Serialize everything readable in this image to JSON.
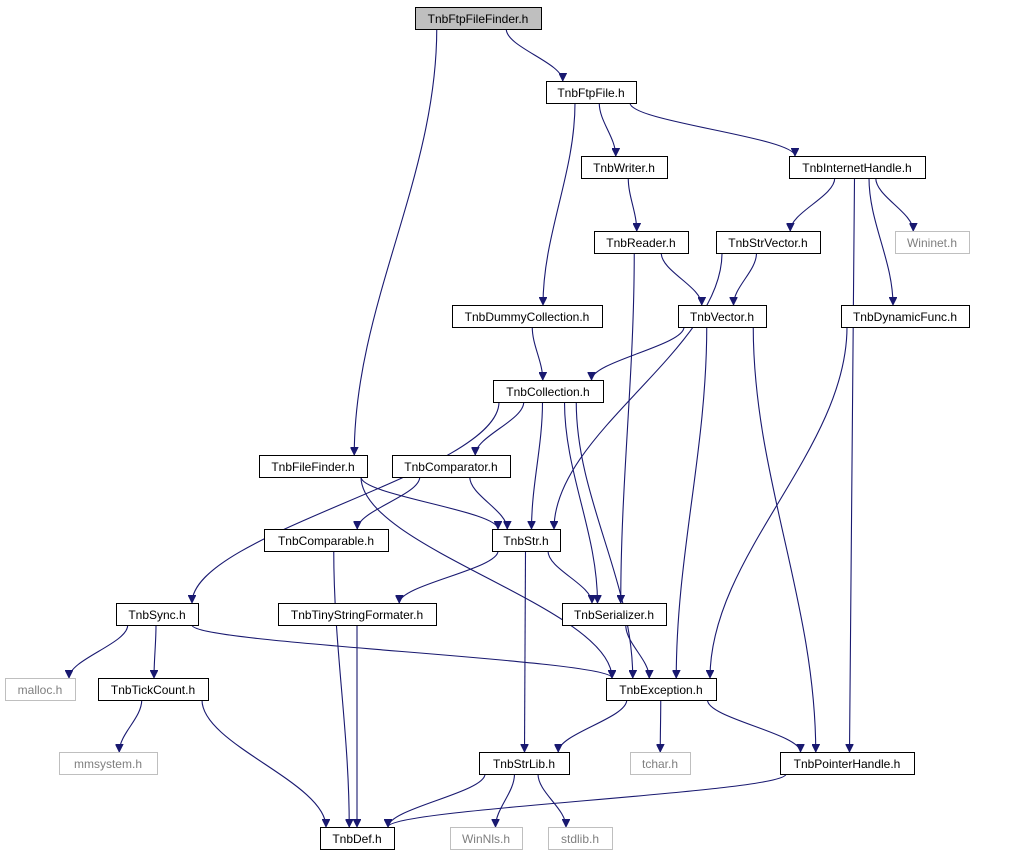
{
  "title": "TnbFtpFileFinder.h",
  "colors": {
    "edge": "#191970",
    "root_fill": "#bfbfbf",
    "internal_border": "#000000",
    "external_border": "#bfbfbf",
    "external_text": "#7f7f7f"
  },
  "nodes": [
    {
      "id": "root",
      "label": "TnbFtpFileFinder.h",
      "kind": "root"
    },
    {
      "id": "ftpfile",
      "label": "TnbFtpFile.h",
      "kind": "internal"
    },
    {
      "id": "writer",
      "label": "TnbWriter.h",
      "kind": "internal"
    },
    {
      "id": "inethandle",
      "label": "TnbInternetHandle.h",
      "kind": "internal"
    },
    {
      "id": "reader",
      "label": "TnbReader.h",
      "kind": "internal"
    },
    {
      "id": "strvector",
      "label": "TnbStrVector.h",
      "kind": "internal"
    },
    {
      "id": "wininet",
      "label": "Wininet.h",
      "kind": "external"
    },
    {
      "id": "dummycoll",
      "label": "TnbDummyCollection.h",
      "kind": "internal"
    },
    {
      "id": "vector",
      "label": "TnbVector.h",
      "kind": "internal"
    },
    {
      "id": "dynfunc",
      "label": "TnbDynamicFunc.h",
      "kind": "internal"
    },
    {
      "id": "collection",
      "label": "TnbCollection.h",
      "kind": "internal"
    },
    {
      "id": "filefinder",
      "label": "TnbFileFinder.h",
      "kind": "internal"
    },
    {
      "id": "comparator",
      "label": "TnbComparator.h",
      "kind": "internal"
    },
    {
      "id": "comparable",
      "label": "TnbComparable.h",
      "kind": "internal"
    },
    {
      "id": "str",
      "label": "TnbStr.h",
      "kind": "internal"
    },
    {
      "id": "sync",
      "label": "TnbSync.h",
      "kind": "internal"
    },
    {
      "id": "tinyfmt",
      "label": "TnbTinyStringFormater.h",
      "kind": "internal"
    },
    {
      "id": "serializer",
      "label": "TnbSerializer.h",
      "kind": "internal"
    },
    {
      "id": "malloc",
      "label": "malloc.h",
      "kind": "external"
    },
    {
      "id": "tickcount",
      "label": "TnbTickCount.h",
      "kind": "internal"
    },
    {
      "id": "exception",
      "label": "TnbException.h",
      "kind": "internal"
    },
    {
      "id": "mmsystem",
      "label": "mmsystem.h",
      "kind": "external"
    },
    {
      "id": "strlib",
      "label": "TnbStrLib.h",
      "kind": "internal"
    },
    {
      "id": "tchar",
      "label": "tchar.h",
      "kind": "external"
    },
    {
      "id": "ptrhandle",
      "label": "TnbPointerHandle.h",
      "kind": "internal"
    },
    {
      "id": "def",
      "label": "TnbDef.h",
      "kind": "internal"
    },
    {
      "id": "winnls",
      "label": "WinNls.h",
      "kind": "external"
    },
    {
      "id": "stdlib",
      "label": "stdlib.h",
      "kind": "external"
    }
  ],
  "edges": [
    {
      "from": "root",
      "to": "ftpfile"
    },
    {
      "from": "root",
      "to": "filefinder"
    },
    {
      "from": "ftpfile",
      "to": "writer"
    },
    {
      "from": "ftpfile",
      "to": "inethandle"
    },
    {
      "from": "ftpfile",
      "to": "dummycoll"
    },
    {
      "from": "writer",
      "to": "reader"
    },
    {
      "from": "inethandle",
      "to": "strvector"
    },
    {
      "from": "inethandle",
      "to": "wininet"
    },
    {
      "from": "inethandle",
      "to": "dynfunc"
    },
    {
      "from": "inethandle",
      "to": "ptrhandle"
    },
    {
      "from": "reader",
      "to": "vector"
    },
    {
      "from": "reader",
      "to": "serializer"
    },
    {
      "from": "strvector",
      "to": "vector"
    },
    {
      "from": "strvector",
      "to": "str"
    },
    {
      "from": "dummycoll",
      "to": "collection"
    },
    {
      "from": "vector",
      "to": "collection"
    },
    {
      "from": "vector",
      "to": "exception"
    },
    {
      "from": "vector",
      "to": "ptrhandle"
    },
    {
      "from": "dynfunc",
      "to": "exception"
    },
    {
      "from": "collection",
      "to": "comparator"
    },
    {
      "from": "collection",
      "to": "str"
    },
    {
      "from": "collection",
      "to": "serializer"
    },
    {
      "from": "collection",
      "to": "exception"
    },
    {
      "from": "collection",
      "to": "sync"
    },
    {
      "from": "filefinder",
      "to": "str"
    },
    {
      "from": "filefinder",
      "to": "exception"
    },
    {
      "from": "comparator",
      "to": "comparable"
    },
    {
      "from": "comparator",
      "to": "str"
    },
    {
      "from": "comparable",
      "to": "def"
    },
    {
      "from": "str",
      "to": "tinyfmt"
    },
    {
      "from": "str",
      "to": "serializer"
    },
    {
      "from": "str",
      "to": "strlib"
    },
    {
      "from": "tinyfmt",
      "to": "def"
    },
    {
      "from": "serializer",
      "to": "exception"
    },
    {
      "from": "sync",
      "to": "malloc"
    },
    {
      "from": "sync",
      "to": "tickcount"
    },
    {
      "from": "sync",
      "to": "exception"
    },
    {
      "from": "tickcount",
      "to": "mmsystem"
    },
    {
      "from": "tickcount",
      "to": "def"
    },
    {
      "from": "exception",
      "to": "strlib"
    },
    {
      "from": "exception",
      "to": "tchar"
    },
    {
      "from": "exception",
      "to": "ptrhandle"
    },
    {
      "from": "strlib",
      "to": "def"
    },
    {
      "from": "strlib",
      "to": "winnls"
    },
    {
      "from": "strlib",
      "to": "stdlib"
    },
    {
      "from": "ptrhandle",
      "to": "def"
    }
  ]
}
